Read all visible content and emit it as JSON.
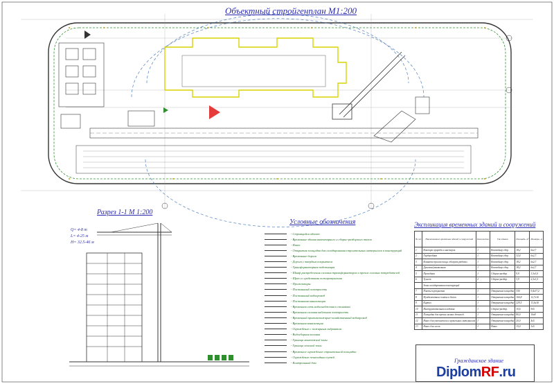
{
  "titles": {
    "site_plan": "Объектный стройгенплан М1:200",
    "section": "Разрез 1-1 М 1:200",
    "legend": "Условные обозначения",
    "explication": "Экспликация временных зданий и сооружений"
  },
  "crane_params": [
    "Q= 4-8 т",
    "L= 4-25 м",
    "H= 32.5-46 м"
  ],
  "legend_items": [
    "- Строящийся объект",
    "- Временные здания инвентарного и сборно-разборного типов",
    "- Навес",
    "- Открытая площадка для складирования строительных материалов и конструкций",
    "- Временные дороги",
    "- Дорога с твердым покрытием",
    "- Трансформаторная подстанция",
    "- Шкаф распределения силовых трансформаторов и прочих силовых потребителей",
    "- Щит со средствами пожаротушения",
    "- Прожекторы",
    "- Постоянный электросеть",
    "- Постоянный водопровод",
    "- Постоянная канализация",
    "- Временная сеть водоснабжения к стоянкам",
    "- Временная силовая кабельная электросеть",
    "- Временный противопожарно-хозяйственный водопровод",
    "- Временная канализация",
    "- Ограждение с пожарным гидрантом",
    "- Водосборная колонка",
    "- Граница монтажной зоны",
    "- Граница опасной зоны",
    "- Временное ограждение строительной площадки",
    "- Ограждение пешеходных путей",
    "- Контрольный дом"
  ],
  "explication": {
    "headers": [
      "№ п/п",
      "Наименование временных зданий и сооружений",
      "Количество",
      "Тип здания",
      "Площадь, м²",
      "Размеры, м"
    ],
    "rows": [
      [
        "1",
        "Контора прораба и мастеров",
        "1",
        "Контейнер сбор.",
        "18,2",
        "6х2,7"
      ],
      [
        "2",
        "Гардеробная",
        "1",
        "Контейнер сбор.",
        "32,4",
        "6х2,7"
      ],
      [
        "3",
        "Комната приема пищи, обогрева рабочих",
        "1",
        "Контейнер сбор.",
        "18,2",
        "6х2,7"
      ],
      [
        "4",
        "Душевая/умывальная",
        "1",
        "Контейнер сбор.",
        "18,2",
        "6х2,7"
      ],
      [
        "5",
        "Проходная",
        "1",
        "Сборно-разбор.",
        "9,9",
        "3,3х3,0"
      ],
      [
        "6",
        "Туалет",
        "2",
        "Сборно-разбор.",
        "3,9",
        "2,3х1,5"
      ],
      [
        "",
        "Зоны складирования конструкций",
        "",
        "",
        "",
        ""
      ],
      [
        "7",
        "Плиты перекрытия",
        "1",
        "Открытая площадка",
        "350",
        "9,4х37,2"
      ],
      [
        "8",
        "Фундаментные плиты и блоки",
        "1",
        "Открытая площадка",
        "160,8",
        "12,7х16"
      ],
      [
        "9",
        "Кирпич",
        "1",
        "Открытая площадка",
        "229,5",
        "13,6х16"
      ],
      [
        "10",
        "Инструментальная кладовая",
        "1",
        "Сборно-разбор.",
        "10,6",
        "9х5"
      ],
      [
        "11",
        "Площадка для прочих мелких деталей",
        "1",
        "Открытая площадка",
        "80,0",
        "10х8"
      ],
      [
        "12",
        "Навес для утеплителя и кровельных материалов",
        "1",
        "Открытая площадка",
        "20,0",
        "4х5"
      ],
      [
        "13",
        "Навес для лесов",
        "1",
        "Навес",
        "15,0",
        "3х5"
      ]
    ]
  },
  "stamp_title": "Гражданское здание",
  "watermark": {
    "main": "Diplom",
    "accent": "RF",
    "suffix": ".ru"
  },
  "colors": {
    "outline": "#222222",
    "building_yellow": "#d8d400",
    "crane_zone_blue": "#4f7fc0",
    "fence_green": "#2f8f2f",
    "title_blue": "#2a2ab0",
    "hazard_red": "#e63b3b",
    "watermark_blue": "#1d3ea1",
    "watermark_red": "#d40000"
  }
}
